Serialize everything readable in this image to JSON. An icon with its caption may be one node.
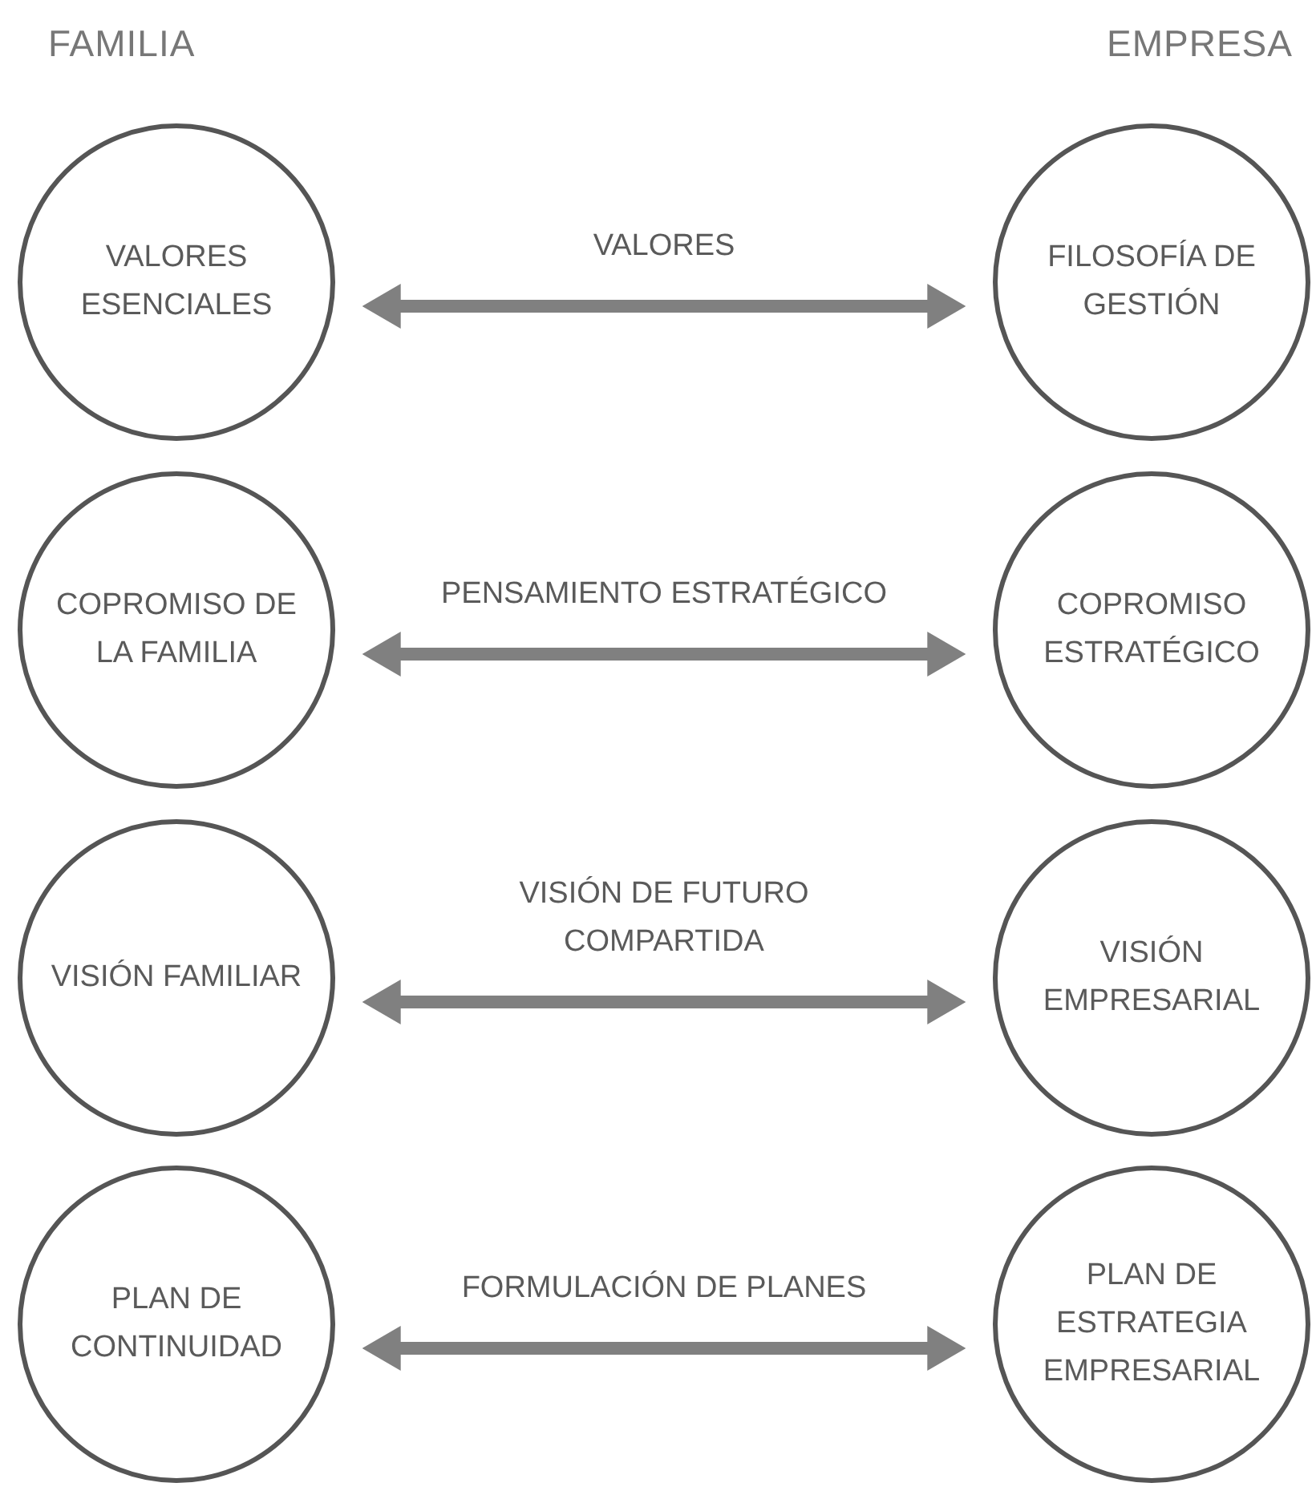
{
  "diagram": {
    "nodes": [
      {
        "text": [
          "VALORES ESENCIALES"
        ]
      },
      {
        "text": [
          "FILOSOFÍA DE GESTIÓN"
        ]
      },
      {
        "text": [
          "COPROMISO DE LA FAMILIA"
        ]
      },
      {
        "text": [
          "COPROMISO ESTRATÉGICO"
        ]
      },
      {
        "text": [
          "VISIÓN FAMILIAR"
        ]
      },
      {
        "text": [
          "VISIÓN EMPRESARIAL"
        ]
      },
      {
        "text": [
          "PLAN DE CONTINUIDAD"
        ]
      },
      {
        "text": [
          "PLAN DE ESTRATEGIA EMPRESARIAL"
        ]
      }
    ],
    "edges": [
      {
        "from": 0,
        "to": 1,
        "arrow": "both",
        "label": "VALORES"
      },
      {
        "from": 2,
        "to": 3,
        "arrow": "both",
        "label": "PENSAMIENTO ESTRATÉGICO"
      },
      {
        "from": 4,
        "to": 5,
        "arrow": "both",
        "label": "VISIÓN DE FUTURO COMPARTIDA"
      },
      {
        "from": 6,
        "to": 7,
        "arrow": "both",
        "label": "FORMULACIÓN DE PLANES"
      }
    ],
    "labels": [
      "FAMILIA",
      "EMPRESA"
    ]
  }
}
